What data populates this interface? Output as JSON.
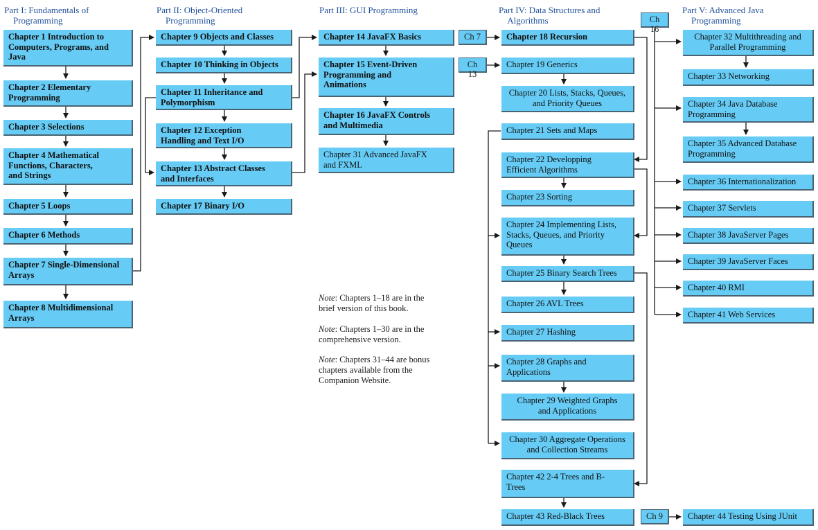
{
  "parts": [
    {
      "id": "p1",
      "label": "Part I: Fundamentals of\n    Programming"
    },
    {
      "id": "p2",
      "label": "Part II: Object-Oriented\n    Programming"
    },
    {
      "id": "p3",
      "label": "Part III: GUI Programming"
    },
    {
      "id": "p4",
      "label": "Part IV: Data Structures and\n    Algorithms"
    },
    {
      "id": "p5",
      "label": "Part V: Advanced Java\n    Programming"
    }
  ],
  "chapters": {
    "c1": "Chapter 1 Introduction to\n    Computers, Programs, and\n    Java",
    "c2": "Chapter 2 Elementary\n    Programming",
    "c3": "Chapter 3 Selections",
    "c4": "Chapter 4 Mathematical\n    Functions, Characters,\n    and Strings",
    "c5": "Chapter 5 Loops",
    "c6": "Chapter 6  Methods",
    "c7": "Chapter 7 Single-Dimensional\n    Arrays",
    "c8": "Chapter 8 Multidimensional\n    Arrays",
    "c9": "Chapter 9 Objects and Classes",
    "c10": "Chapter 10 Thinking in Objects",
    "c11": "Chapter 11 Inheritance and\n    Polymorphism",
    "c12": "Chapter 12 Exception\n    Handling  and Text I/O",
    "c13": "Chapter 13 Abstract Classes\n    and Interfaces",
    "c17": "Chapter 17 Binary I/O",
    "c14": "Chapter 14 JavaFX Basics",
    "c15": "Chapter 15 Event-Driven\n    Programming and\n    Animations",
    "c16": "Chapter 16 JavaFX Controls\n    and Multimedia",
    "c31": "Chapter 31 Advanced  JavaFX\n    and FXML",
    "c18": "Chapter 18 Recursion",
    "c19": "Chapter 19 Generics",
    "c20": "Chapter 20 Lists, Stacks, Queues,\nand Priority Queues",
    "c21": "Chapter 21 Sets and Maps",
    "c22": "Chapter 22 Developping\n    Efficient Algorithms",
    "c23": "Chapter 23 Sorting",
    "c24": "Chapter 24 Implementing Lists,\n    Stacks, Queues, and Priority\n    Queues",
    "c25": "Chapter 25 Binary Search Trees",
    "c26": "Chapter 26 AVL Trees",
    "c27": "Chapter 27 Hashing",
    "c28": "Chapter 28 Graphs and\n    Applications",
    "c29": "Chapter 29 Weighted Graphs\nand Applications",
    "c30": "Chapter 30 Aggregate Operations\nand Collection Streams",
    "c42": "Chapter 42 2-4 Trees and B-\n    Trees",
    "c43": "Chapter 43 Red-Black Trees",
    "c32": "Chapter 32 Multithreading and\nParallel Programming",
    "c33": "Chapter 33 Networking",
    "c34": "Chapter 34 Java Database\n    Programming",
    "c35": "Chapter 35 Advanced Database\n    Programming",
    "c36": "Chapter 36 Internationalization",
    "c37": "Chapter 37 Servlets",
    "c38": "Chapter 38 JavaServer Pages",
    "c39": "Chapter 39 JavaServer Faces",
    "c40": "Chapter 40 RMI",
    "c41": "Chapter 41 Web Services",
    "c44": "Chapter 44 Testing Using JUnit"
  },
  "tags": {
    "t7": "Ch 7",
    "t13": "Ch 13",
    "t16": "Ch 16",
    "t9": "Ch 9"
  },
  "notes": {
    "n1_lead": "Note",
    "n1_body": ": Chapters 1–18 are in the\nbrief version of this book.",
    "n2_lead": "Note",
    "n2_body": ": Chapters 1–30 are in the\ncomprehensive version.",
    "n3_lead": "Note",
    "n3_body": ": Chapters 31–44 are bonus\nchapters available from the\nCompanion Website."
  },
  "colors": {
    "box": "#66ccf5",
    "shadow": "#4a6373",
    "wire": "#1a1a1a",
    "header": "#1f4f9a"
  }
}
